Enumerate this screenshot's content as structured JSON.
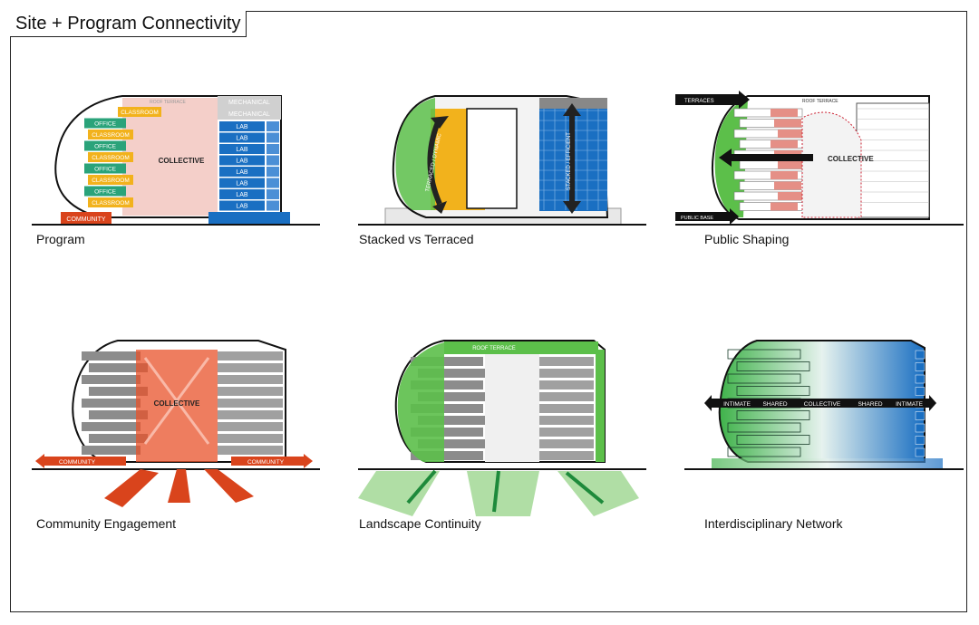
{
  "title": "Site + Program Connectivity",
  "panels": [
    {
      "caption": "Program",
      "labels": {
        "roof": "ROOF TERRACE",
        "mech1": "MECHANICAL",
        "mech2": "MECHANICAL",
        "collective": "COLLECTIVE",
        "community": "COMMUNITY",
        "left_rooms": [
          "CLASSROOM",
          "OFFICE",
          "CLASSROOM",
          "OFFICE",
          "CLASSROOM",
          "OFFICE",
          "CLASSROOM",
          "OFFICE",
          "CLASSROOM"
        ],
        "lab": "LAB"
      }
    },
    {
      "caption": "Stacked vs Terraced",
      "labels": {
        "terraced": "TERRACED / DYNAMIC",
        "stacked": "STACKED / EFFICIENT"
      }
    },
    {
      "caption": "Public Shaping",
      "labels": {
        "terraces": "TERRACES",
        "roof": "ROOF TERRACE",
        "collective": "COLLECTIVE",
        "public_base": "PUBLIC BASE"
      }
    },
    {
      "caption": "Community Engagement",
      "labels": {
        "collective": "COLLECTIVE",
        "community_left": "COMMUNITY",
        "community_right": "COMMUNITY"
      }
    },
    {
      "caption": "Landscape Continuity",
      "labels": {
        "roof": "ROOF TERRACE"
      }
    },
    {
      "caption": "Interdisciplinary Network",
      "labels": {
        "intimate_left": "INTIMATE",
        "shared_left": "SHARED",
        "collective": "COLLECTIVE",
        "shared_right": "SHARED",
        "intimate_right": "INTIMATE"
      }
    }
  ],
  "colors": {
    "office": "#2aa37a",
    "classroom": "#f2b21c",
    "lab": "#1a6fc2",
    "collective": "#f4c9c3",
    "community": "#d9441c",
    "landscape": "#5cbf4a",
    "gray": "#8c8c8c"
  }
}
